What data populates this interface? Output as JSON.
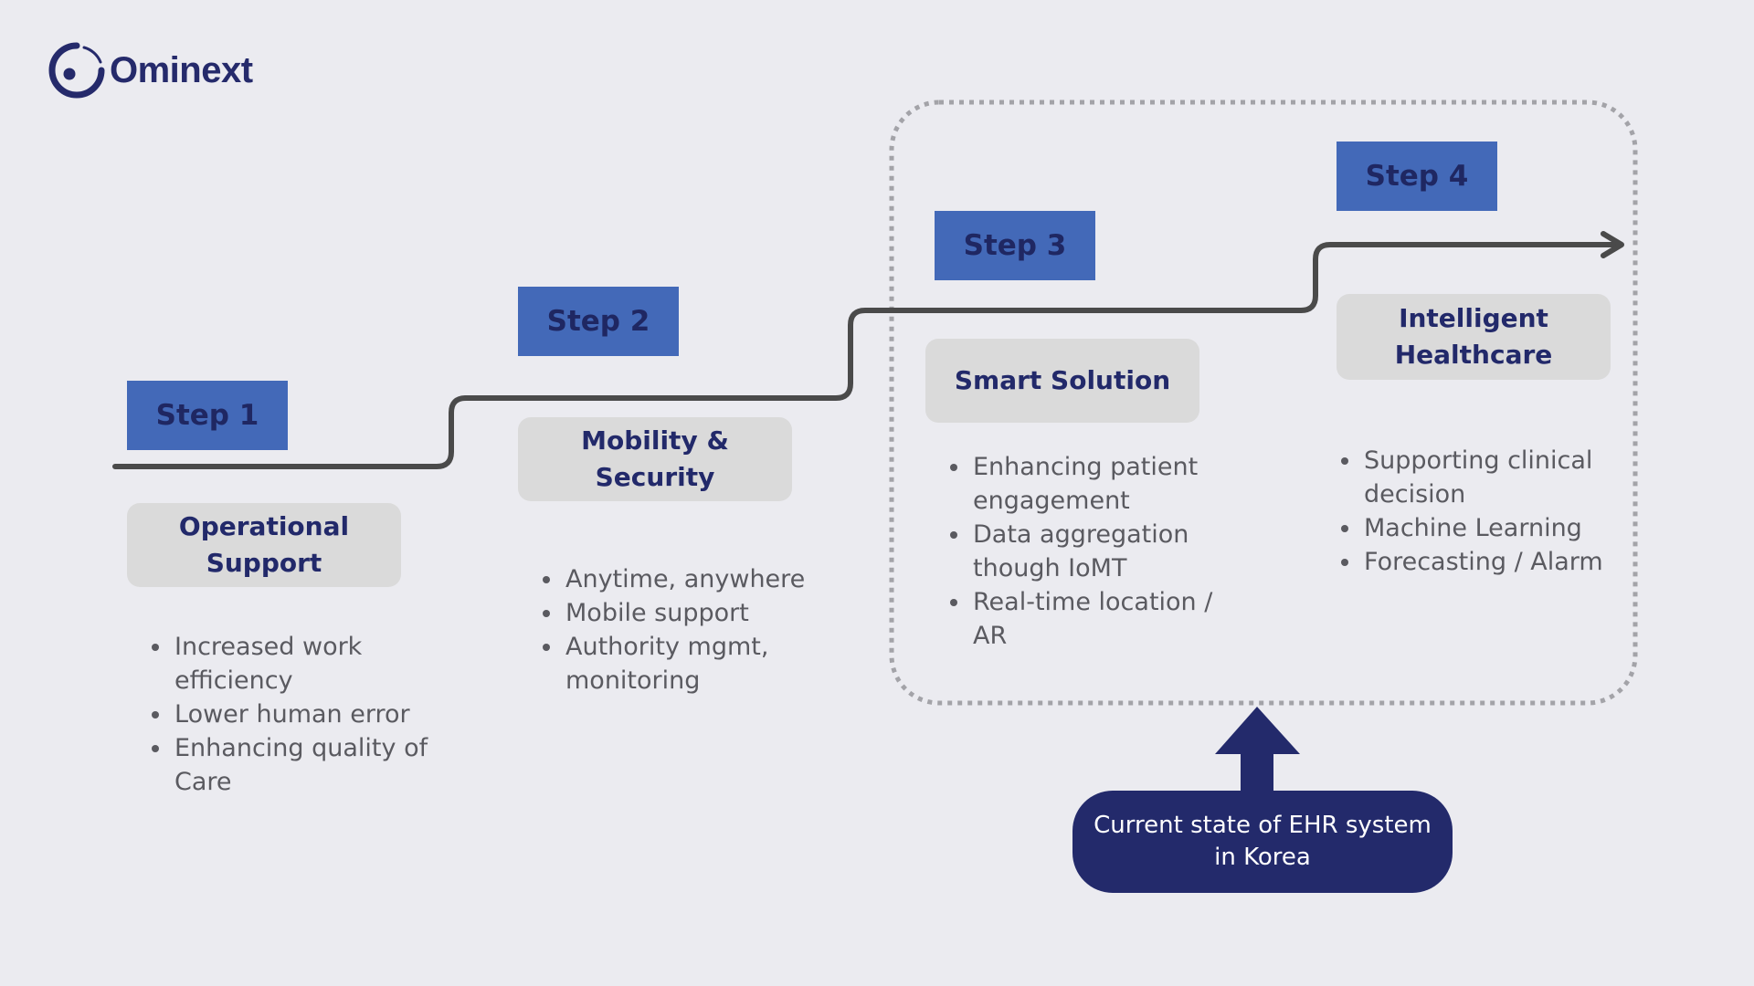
{
  "brand": {
    "name": "Ominext",
    "color": "#252a6b"
  },
  "steps": [
    {
      "label": "Step 1",
      "card": "Operational Support",
      "bullets": [
        "Increased work efficiency",
        "Lower human error",
        "Enhancing quality of Care"
      ]
    },
    {
      "label": "Step 2",
      "card": "Mobility  & Security",
      "bullets": [
        "Anytime, anywhere",
        "Mobile support",
        "Authority mgmt, monitoring"
      ]
    },
    {
      "label": "Step 3",
      "card": "Smart Solution",
      "bullets": [
        "Enhancing patient engagement",
        "Data aggregation though IoMT",
        "Real-time location / AR"
      ]
    },
    {
      "label": "Step 4",
      "card": "Intelligent Healthcare",
      "bullets": [
        "Supporting clinical decision",
        "Machine Learning",
        "Forecasting / Alarm"
      ]
    }
  ],
  "callout": {
    "text": "Current state of EHR system in Korea"
  },
  "colors": {
    "background": "#ebebf0",
    "step_box": "#4369b8",
    "card": "#dadada",
    "navy": "#232a6b",
    "line": "#4a4a4a",
    "dotted_border": "#a3a3a8"
  }
}
